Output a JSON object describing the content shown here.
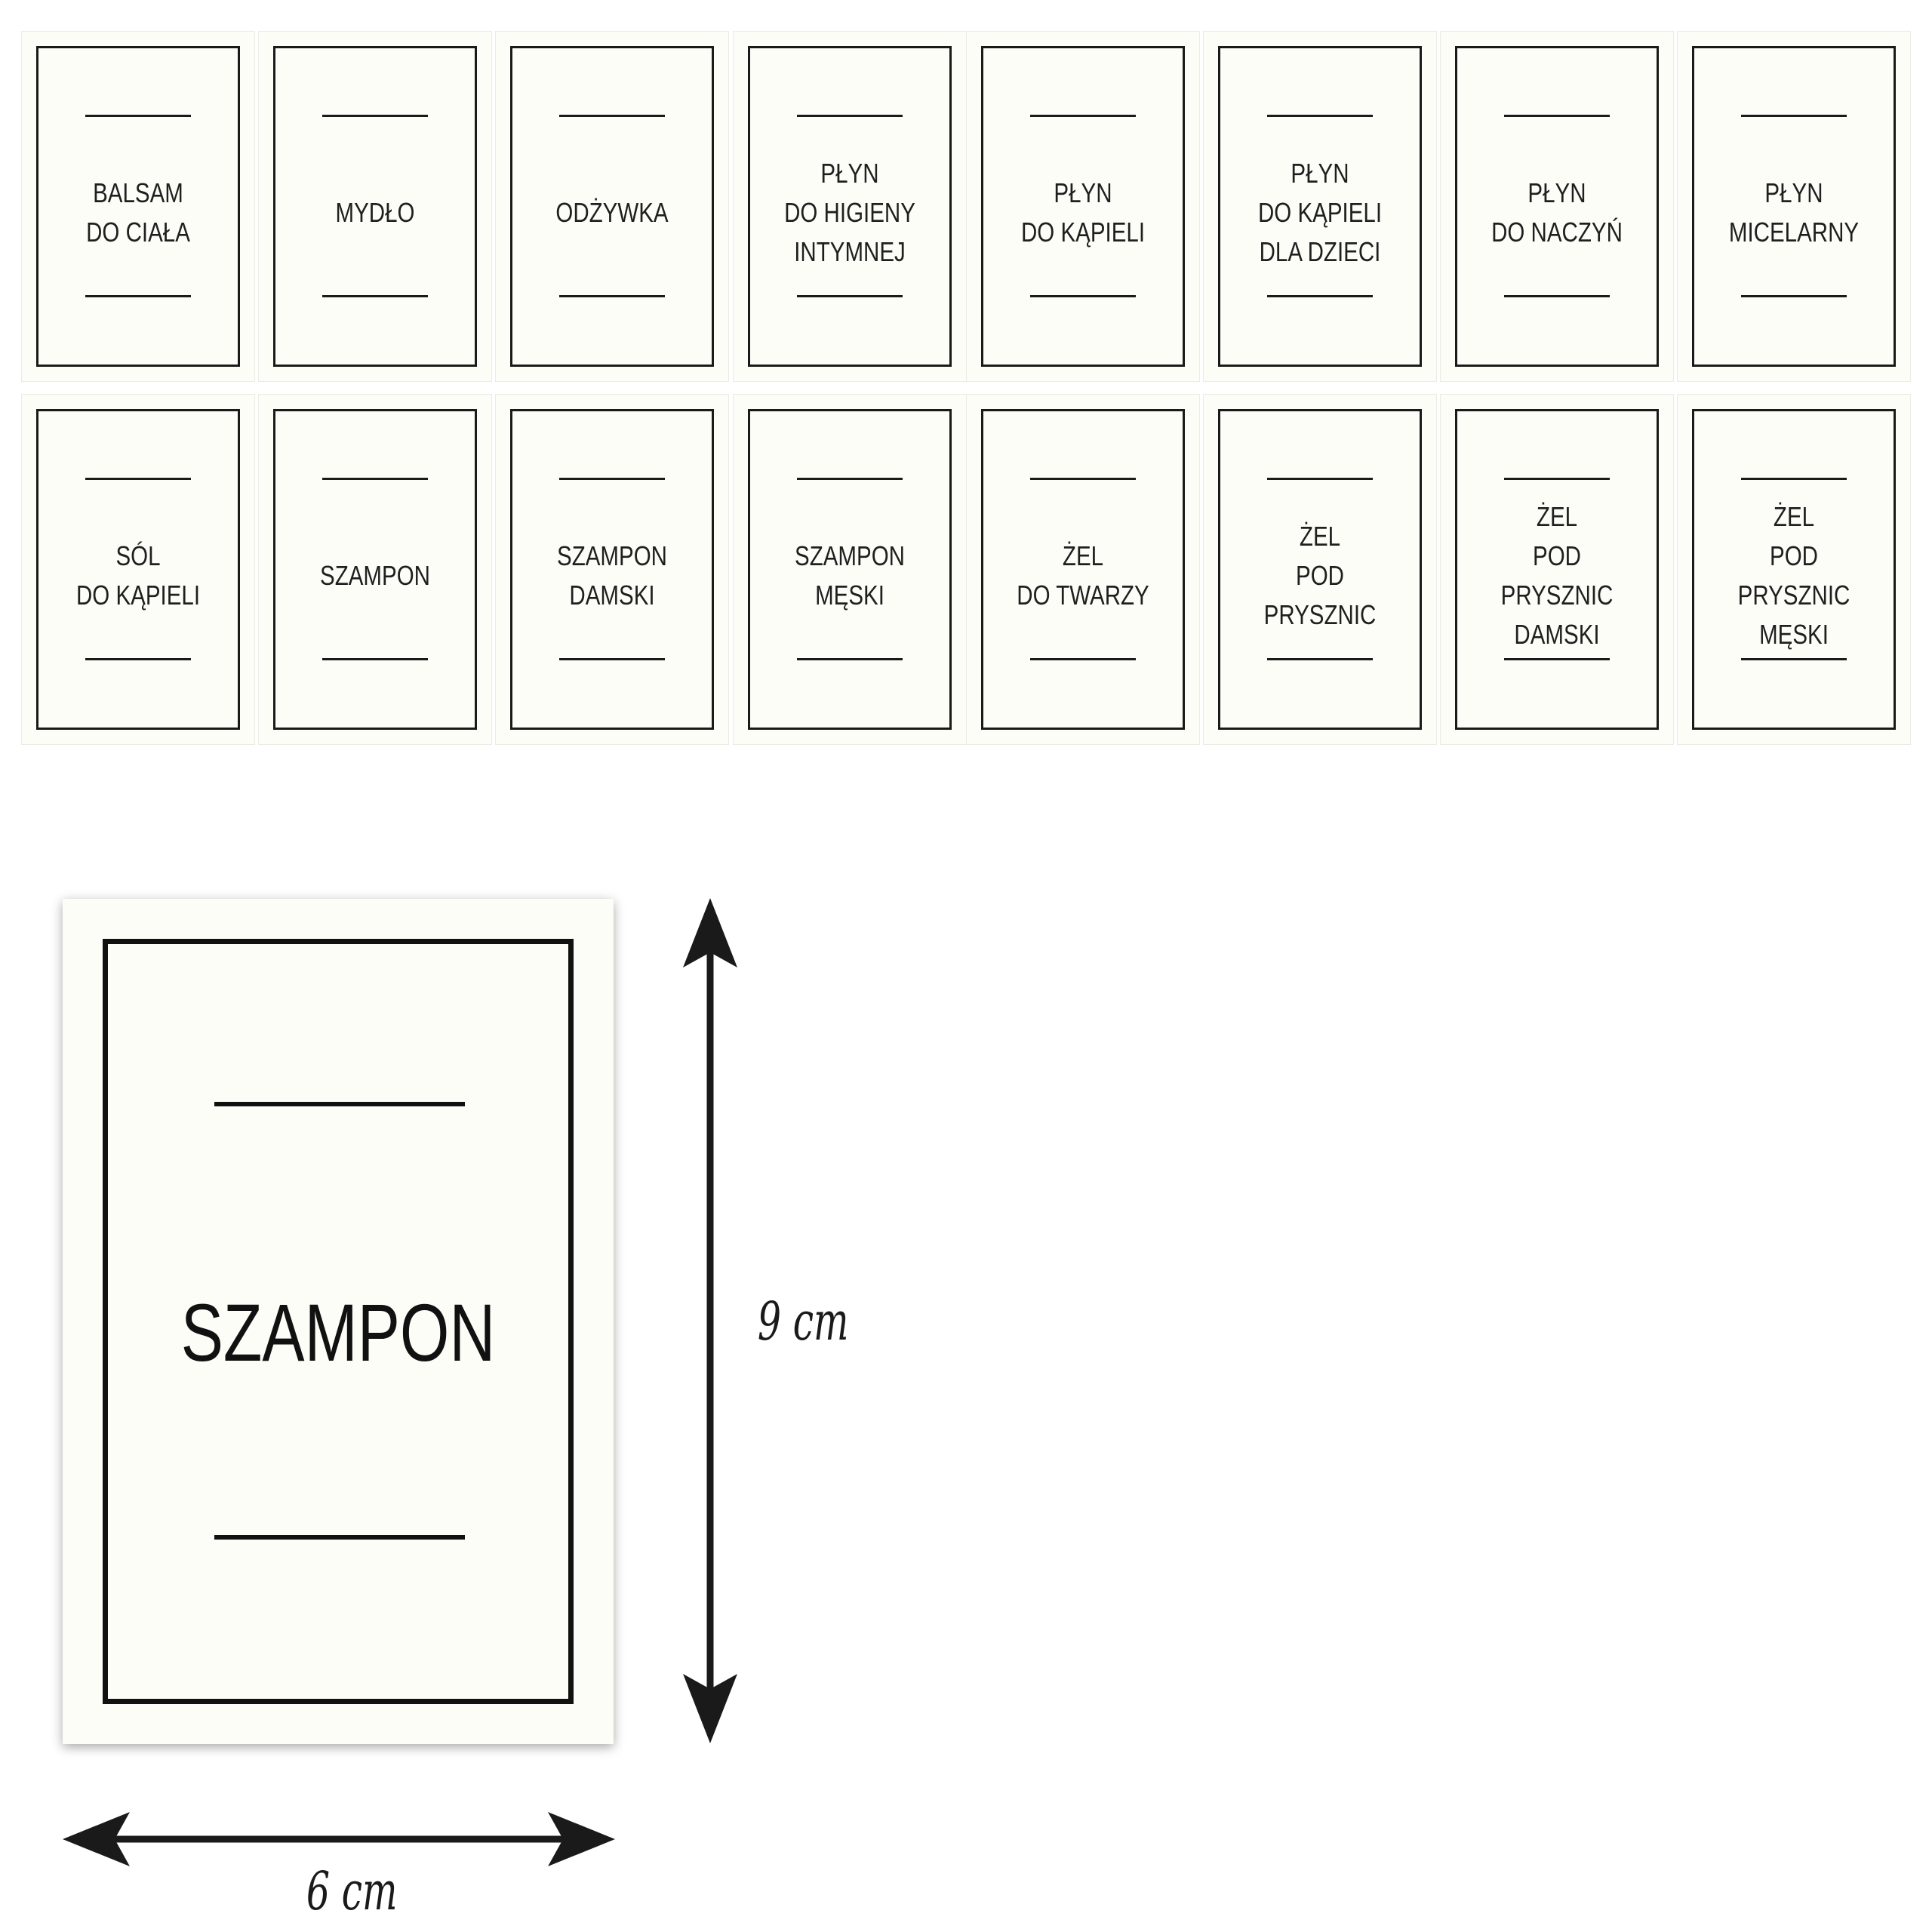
{
  "labels": [
    [
      "BALSAM",
      "DO CIAŁA"
    ],
    [
      "MYDŁO"
    ],
    [
      "ODŻYWKA"
    ],
    [
      "PŁYN",
      "DO HIGIENY",
      "INTYMNEJ"
    ],
    [
      "PŁYN",
      "DO KĄPIELI"
    ],
    [
      "PŁYN",
      "DO KĄPIELI",
      "DLA DZIECI"
    ],
    [
      "PŁYN",
      "DO NACZYŃ"
    ],
    [
      "PŁYN",
      "MICELARNY"
    ],
    [
      "SÓL",
      "DO KĄPIELI"
    ],
    [
      "SZAMPON"
    ],
    [
      "SZAMPON",
      "DAMSKI"
    ],
    [
      "SZAMPON",
      "MĘSKI"
    ],
    [
      "ŻEL",
      "DO TWARZY"
    ],
    [
      "ŻEL",
      "POD PRYSZNIC"
    ],
    [
      "ŻEL",
      "POD PRYSZNIC",
      "DAMSKI"
    ],
    [
      "ŻEL",
      "POD PRYSZNIC",
      "MĘSKI"
    ]
  ],
  "preview": {
    "label": "SZAMPON",
    "height_label": "9 cm",
    "width_label": "6 cm"
  },
  "colors": {
    "card_background": "#fdfdf8",
    "ink": "#1a1a1a"
  }
}
